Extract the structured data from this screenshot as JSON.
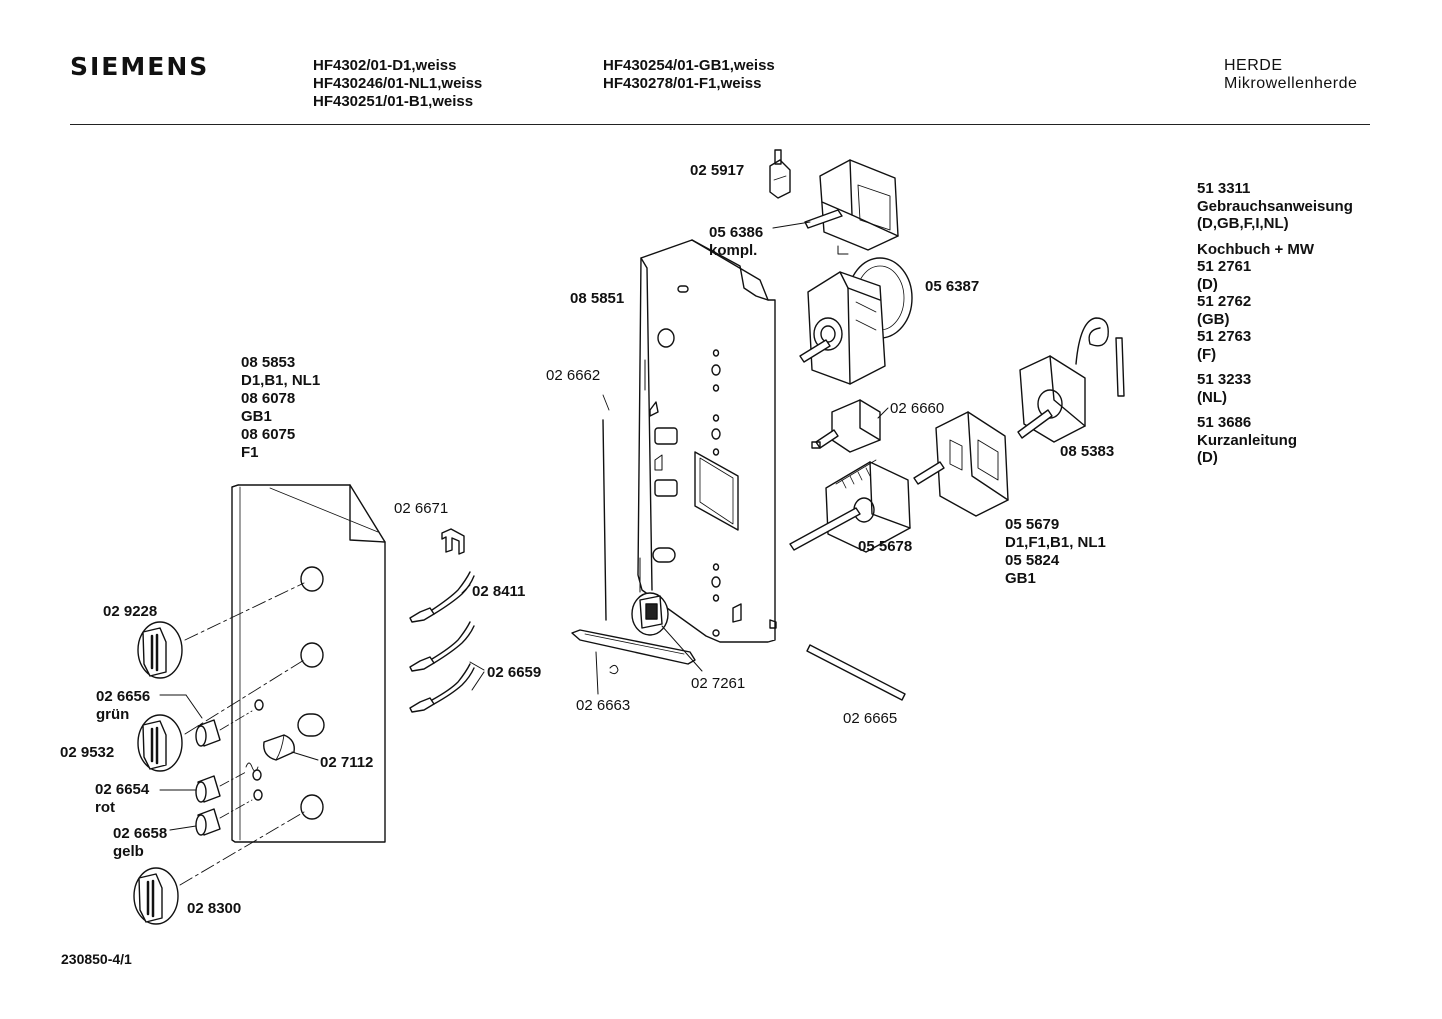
{
  "header": {
    "brand": "SIEMENS",
    "models_col1": [
      "HF4302/01-D1,weiss",
      "HF430246/01-NL1,weiss",
      "HF430251/01-B1,weiss"
    ],
    "models_col2": [
      "HF430254/01-GB1,weiss",
      "HF430278/01-F1,weiss"
    ],
    "category": "HERDE",
    "subcategory": "Mikrowellenherde"
  },
  "parts": {
    "p025917": "02 5917",
    "p056386": "05 6386",
    "p056386_note": "kompl.",
    "p085851": "08 5851",
    "p056387": "05 6387",
    "p026662": "02 6662",
    "p026660": "02 6660",
    "p085383": "08 5383",
    "p055678": "05 5678",
    "p055679": "05 5679",
    "p055679_note": "D1,F1,B1, NL1",
    "p055824": "05 5824",
    "p055824_note": "GB1",
    "p085853": "08 5853",
    "p085853_note": "D1,B1, NL1",
    "p086078": "08 6078",
    "p086078_note": "GB1",
    "p086075": "08 6075",
    "p086075_note": "F1",
    "p026671": "02 6671",
    "p028411": "02 8411",
    "p026659": "02 6659",
    "p029228": "02 9228",
    "p026656": "02 6656",
    "p026656_note": "grün",
    "p029532": "02 9532",
    "p027112": "02 7112",
    "p026654": "02 6654",
    "p026654_note": "rot",
    "p026658": "02 6658",
    "p026658_note": "gelb",
    "p028300": "02 8300",
    "p026663": "02 6663",
    "p027261": "02 7261",
    "p026665": "02 6665"
  },
  "docs": [
    {
      "lines": [
        "51 3311",
        "Gebrauchsanweisung",
        "(D,GB,F,I,NL)"
      ]
    },
    {
      "lines": [
        "Kochbuch + MW",
        "51 2761",
        "(D)",
        "51 2762",
        "(GB)",
        "51 2763",
        "(F)"
      ]
    },
    {
      "lines": [
        "51 3233",
        "(NL)"
      ]
    },
    {
      "lines": [
        "51 3686",
        "Kurzanleitung",
        "(D)"
      ]
    }
  ],
  "footer": {
    "drawing_no": "230850-4/1"
  }
}
